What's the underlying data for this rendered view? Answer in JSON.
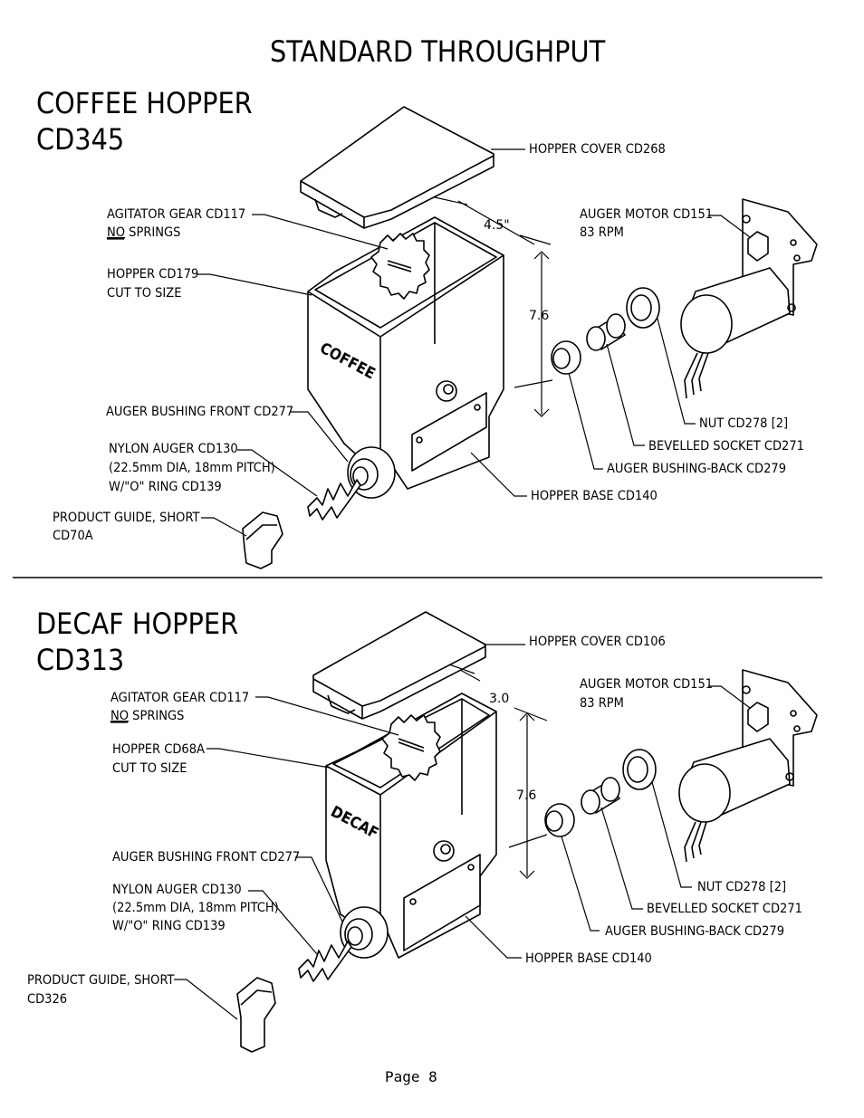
{
  "page_title": "STANDARD THROUGHPUT",
  "footer": "Page  8",
  "coffee": {
    "title_line1": "COFFEE HOPPER",
    "title_line2": "CD345",
    "hopper_stamp": "COFFEE",
    "labels": {
      "hopper_cover": "HOPPER COVER CD268",
      "agitator_gear_1": "AGITATOR GEAR CD117",
      "agitator_gear_no": "NO",
      "agitator_gear_2": " SPRINGS",
      "hopper_1": "HOPPER CD179",
      "hopper_2": "CUT TO SIZE",
      "auger_bushing_front": "AUGER BUSHING FRONT CD277",
      "nylon_auger_1": "NYLON AUGER CD130",
      "nylon_auger_2": "(22.5mm DIA, 18mm PITCH)",
      "nylon_auger_3": "W/\"O\" RING CD139",
      "product_guide_1": "PRODUCT GUIDE, SHORT",
      "product_guide_2": "CD70A",
      "auger_motor_1": "AUGER MOTOR CD151",
      "auger_motor_2": "83 RPM",
      "nut": "NUT CD278  [2]",
      "bevelled_socket": "BEVELLED SOCKET CD271",
      "auger_bushing_back": "AUGER BUSHING-BACK  CD279",
      "hopper_base": "HOPPER BASE CD140"
    },
    "dims": {
      "width": "4.5\"",
      "height": "7.6"
    }
  },
  "decaf": {
    "title_line1": "DECAF HOPPER",
    "title_line2": "CD313",
    "hopper_stamp": "DECAF",
    "labels": {
      "hopper_cover": "HOPPER COVER CD106",
      "agitator_gear_1": "AGITATOR GEAR CD117",
      "agitator_gear_no": "NO",
      "agitator_gear_2": " SPRINGS",
      "hopper_1": "HOPPER CD68A",
      "hopper_2": "CUT TO SIZE",
      "auger_bushing_front": "AUGER BUSHING FRONT CD277",
      "nylon_auger_1": "NYLON AUGER CD130",
      "nylon_auger_2": "(22.5mm DIA, 18mm PITCH)",
      "nylon_auger_3": "W/\"O\" RING CD139",
      "product_guide_1": "PRODUCT GUIDE, SHORT",
      "product_guide_2": "CD326",
      "auger_motor_1": "AUGER MOTOR CD151",
      "auger_motor_2": "83 RPM",
      "nut": "NUT CD278  [2]",
      "bevelled_socket": "BEVELLED SOCKET CD271",
      "auger_bushing_back": "AUGER BUSHING-BACK  CD279",
      "hopper_base": "HOPPER BASE CD140"
    },
    "dims": {
      "width": "3.0",
      "height": "7.6"
    }
  }
}
